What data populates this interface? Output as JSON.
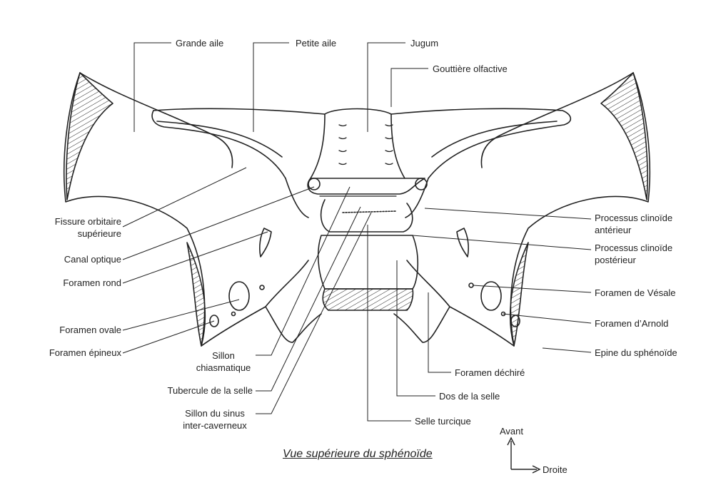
{
  "caption": "Vue supérieure du sphénoïde",
  "orientation": {
    "up": "Avant",
    "right": "Droite"
  },
  "labels": {
    "grande_aile": "Grande aile",
    "petite_aile": "Petite aile",
    "jugum": "Jugum",
    "gouttiere_olfactive": "Gouttière olfactive",
    "fissure_orbitaire": [
      "Fissure orbitaire",
      "supérieure"
    ],
    "canal_optique": "Canal optique",
    "foramen_rond": "Foramen rond",
    "foramen_ovale": "Foramen ovale",
    "foramen_epineux": "Foramen épineux",
    "sillon_chiasmatique": [
      "Sillon",
      "chiasmatique"
    ],
    "tubercule_selle": "Tubercule de la selle",
    "sillon_sinus": [
      "Sillon du sinus",
      "inter-caverneux"
    ],
    "selle_turcique": "Selle turcique",
    "dos_selle": "Dos de la selle",
    "foramen_dechire": "Foramen déchiré",
    "processus_anterieur": [
      "Processus clinoïde",
      "antérieur"
    ],
    "processus_posterieur": [
      "Processus clinoïde",
      "postérieur"
    ],
    "foramen_vesale": "Foramen de Vésale",
    "foramen_arnold": "Foramen d’Arnold",
    "epine_sphenoide": "Epine du sphénoïde"
  },
  "colors": {
    "ink": "#222222",
    "background": "#ffffff"
  }
}
